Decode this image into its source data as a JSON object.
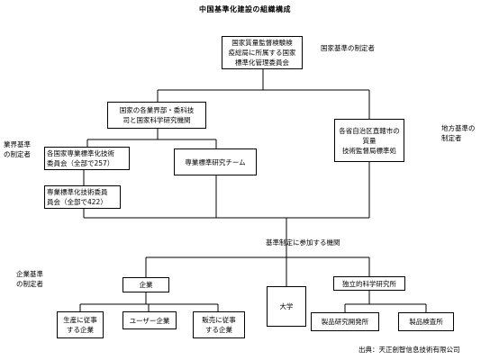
{
  "title": "中国基準化建設の組織構成",
  "boxes": {
    "national_admin": "国家質量監督検験検\n疫総局に所属する国家\n標準化管理委員会",
    "ministries": "国家の各業界部・委科技\n司と国家科学研究機関",
    "local_bureau": "各省自治区直轄市の質量\n技術監督局標準処",
    "national_committee": "各国家専業標準化技術\n委員会（全部で257）",
    "research_team": "専業標準研究チーム",
    "sub_committee": "専業標準化技術委員\n員会（全部で422）",
    "enterprise": "企業",
    "university": "大学",
    "research_inst": "独立的科学研究所",
    "production_co": "生産に従事\nする企業",
    "user_co": "ユーザー企業",
    "sales_co": "販売に従事\nする企業",
    "product_dev": "製品研究開発所",
    "product_test": "製品検査所"
  },
  "labels": {
    "national_std": "国家基準の制定者",
    "local_std": "地方基準の\n制定者",
    "industry_std": "業界基準\nの制定者",
    "participants": "基準制定に参加する機関",
    "enterprise_std": "企業基準\nの制定者",
    "source": "出典：天正創智信息技術有限公司"
  }
}
